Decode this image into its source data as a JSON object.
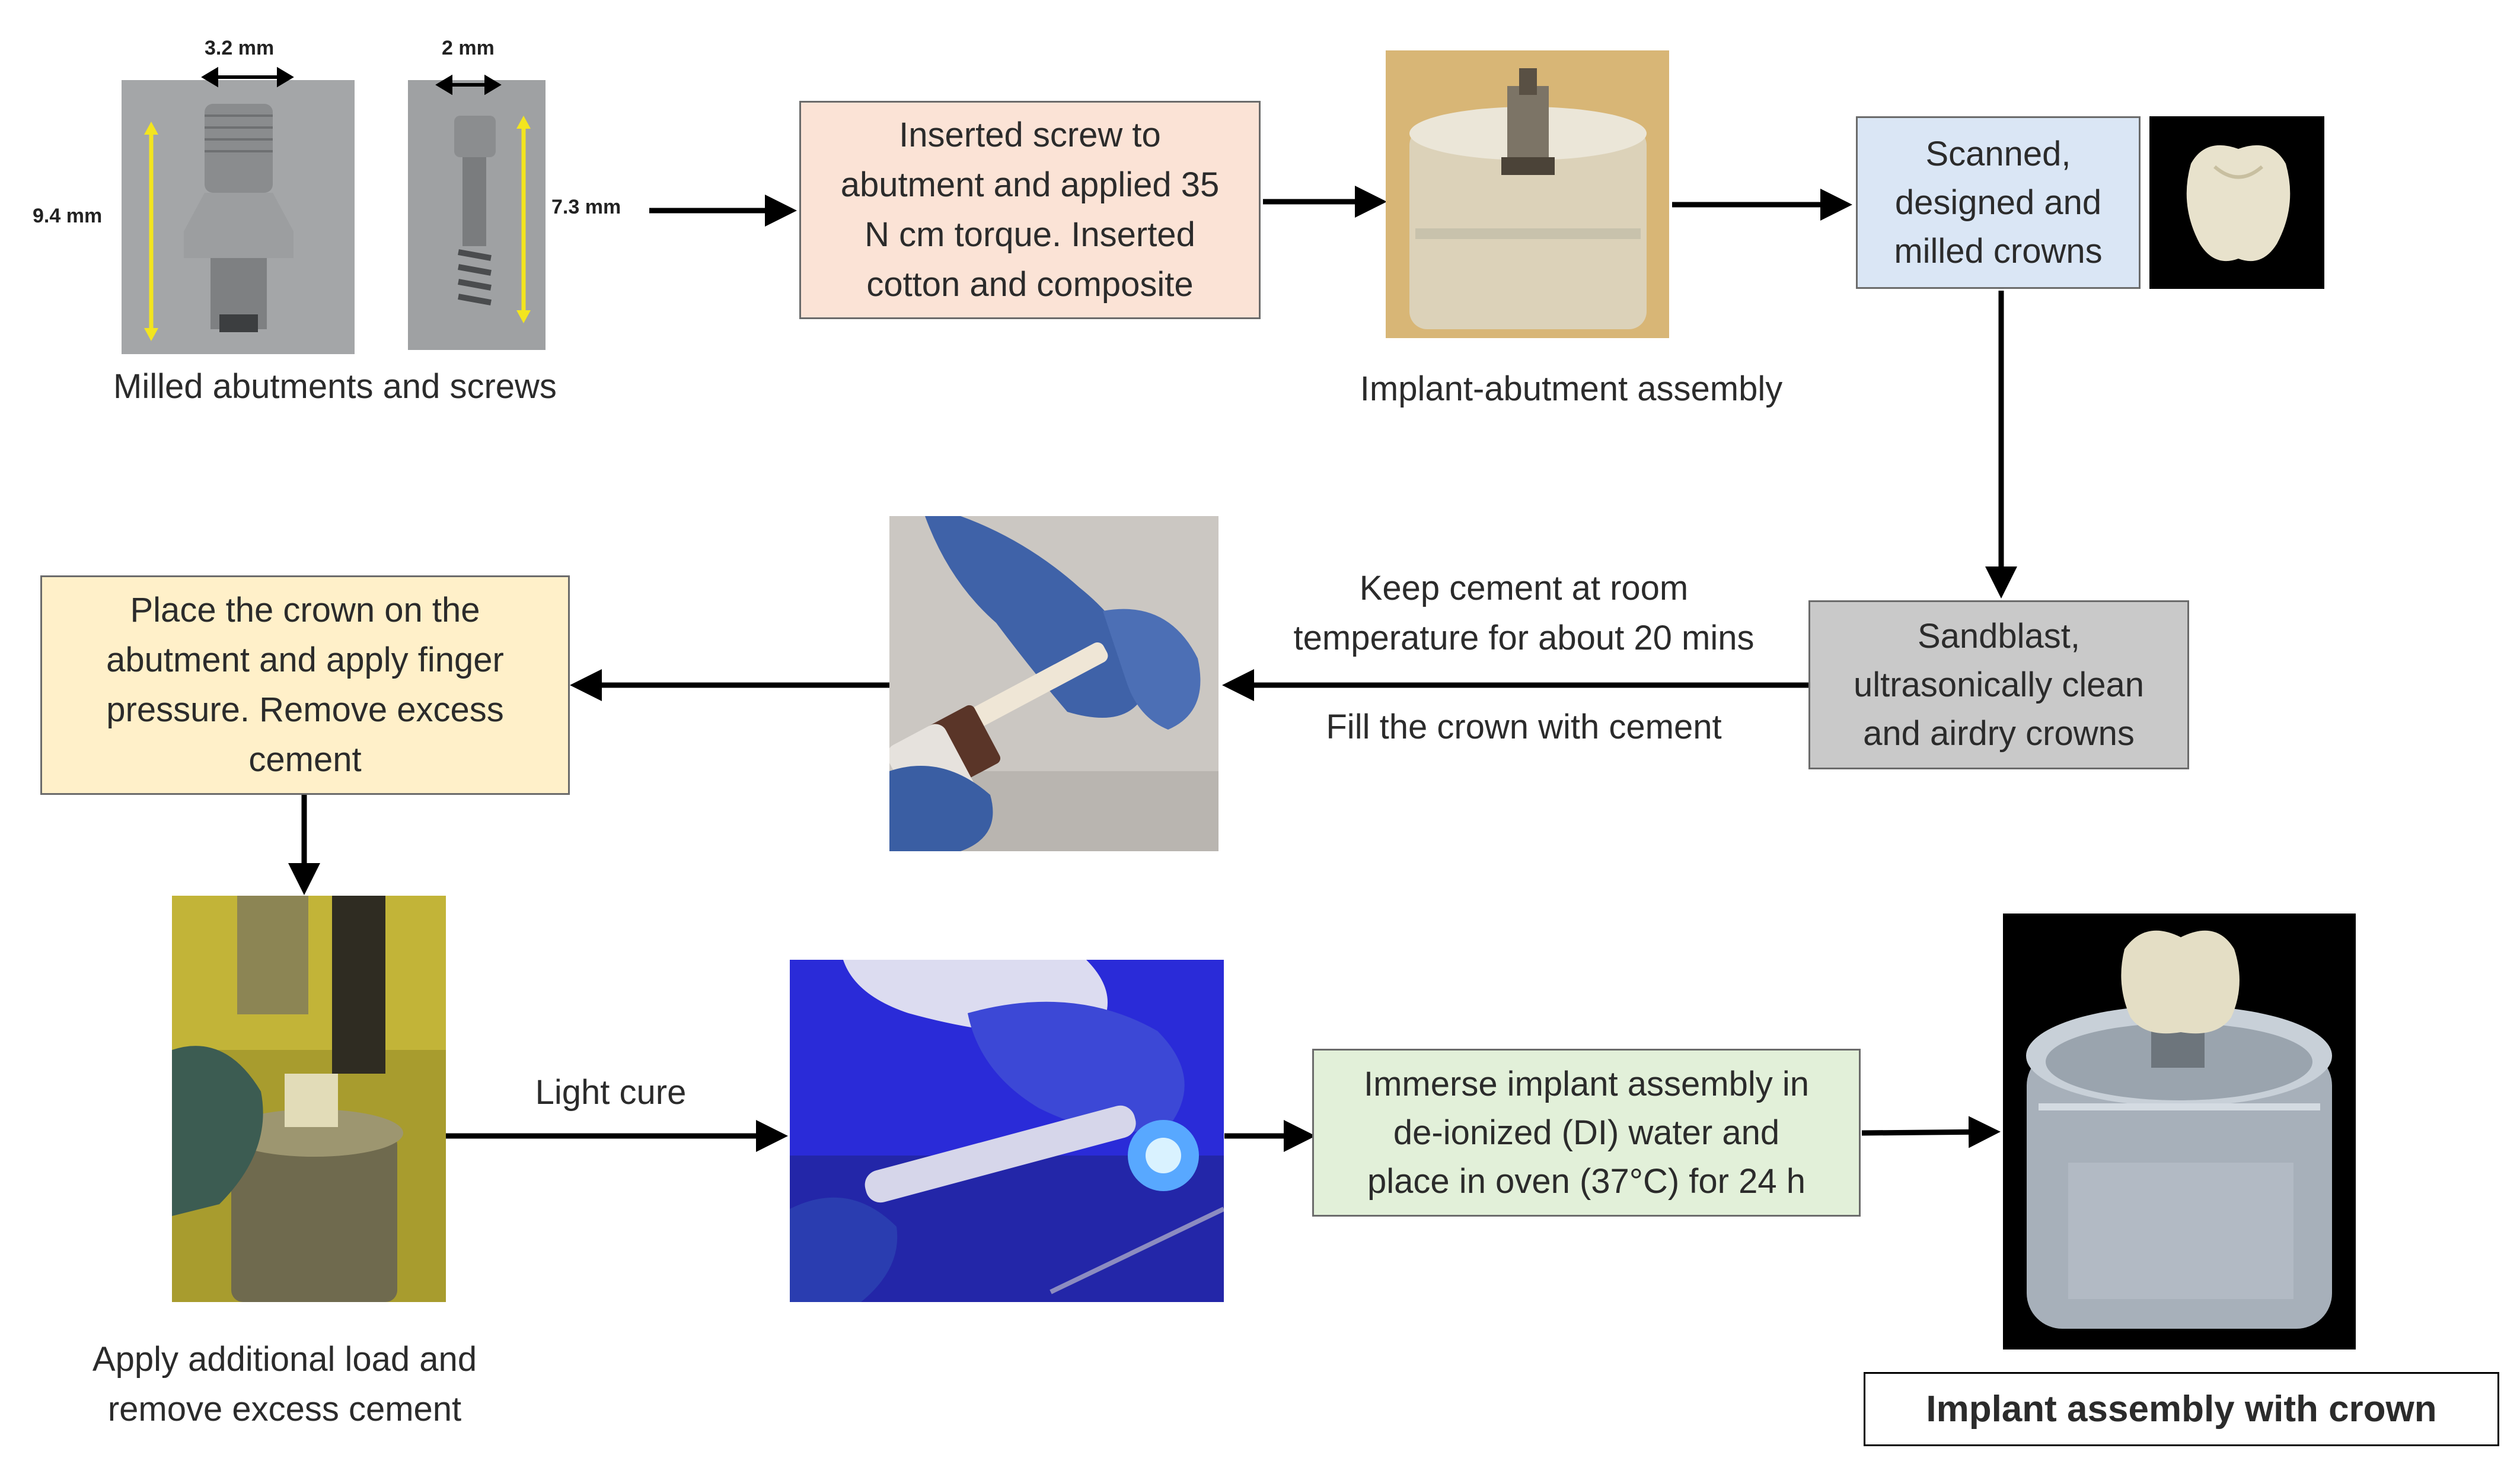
{
  "colors": {
    "peach": "#fbe3d6",
    "blue": "#dae6f5",
    "gray": "#c9c9c9",
    "yellow": "#fff0c9",
    "green": "#e2f0d9",
    "arrow": "#000000"
  },
  "step1": {
    "caption": "Milled abutments and screws",
    "dim_abutment_width": "3.2 mm",
    "dim_abutment_height": "9.4 mm",
    "dim_screw_width": "2 mm",
    "dim_screw_height": "7.3 mm"
  },
  "step2": {
    "text": "Inserted screw to\nabutment and applied 35\nN cm torque. Inserted\ncotton and composite"
  },
  "step3": {
    "caption": "Implant-abutment assembly"
  },
  "step4": {
    "text": "Scanned,\ndesigned and\nmilled crowns"
  },
  "step5": {
    "text": "Sandblast,\nultrasonically clean\nand airdry crowns"
  },
  "arrow_cement": {
    "label_top": "Keep cement at room\ntemperature for about 20 mins",
    "label_bottom": "Fill the crown with cement"
  },
  "step6": {
    "text": "Place the crown on the\nabutment and apply finger\npressure. Remove excess\ncement"
  },
  "step7": {
    "caption": "Apply additional load and\nremove excess cement"
  },
  "arrow_lightcure": {
    "label": "Light cure"
  },
  "step8": {
    "text": "Immerse implant assembly in\nde-ionized (DI) water and\nplace in oven (37°C) for 24 h"
  },
  "final": {
    "caption": "Implant assembly with crown"
  }
}
